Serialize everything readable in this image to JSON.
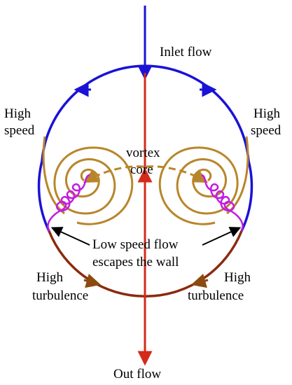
{
  "labels": {
    "inlet": "Inlet flow",
    "outlet": "Out flow",
    "high_speed_left_1": "High",
    "high_speed_left_2": "speed",
    "high_speed_right_1": "High",
    "high_speed_right_2": "speed",
    "vortex_1": "vortex",
    "vortex_2": "core",
    "low_speed_1": "Low speed flow",
    "low_speed_2": "escapes the wall",
    "turb_left_1": "High",
    "turb_left_2": "turbulence",
    "turb_right_1": "High",
    "turb_right_2": "turbulence"
  },
  "colors": {
    "blue": "#1a12d6",
    "red": "#d42a1a",
    "gold": "#b8862a",
    "magenta": "#c21ce0",
    "brown": "#8b4a10",
    "black": "#000000"
  }
}
